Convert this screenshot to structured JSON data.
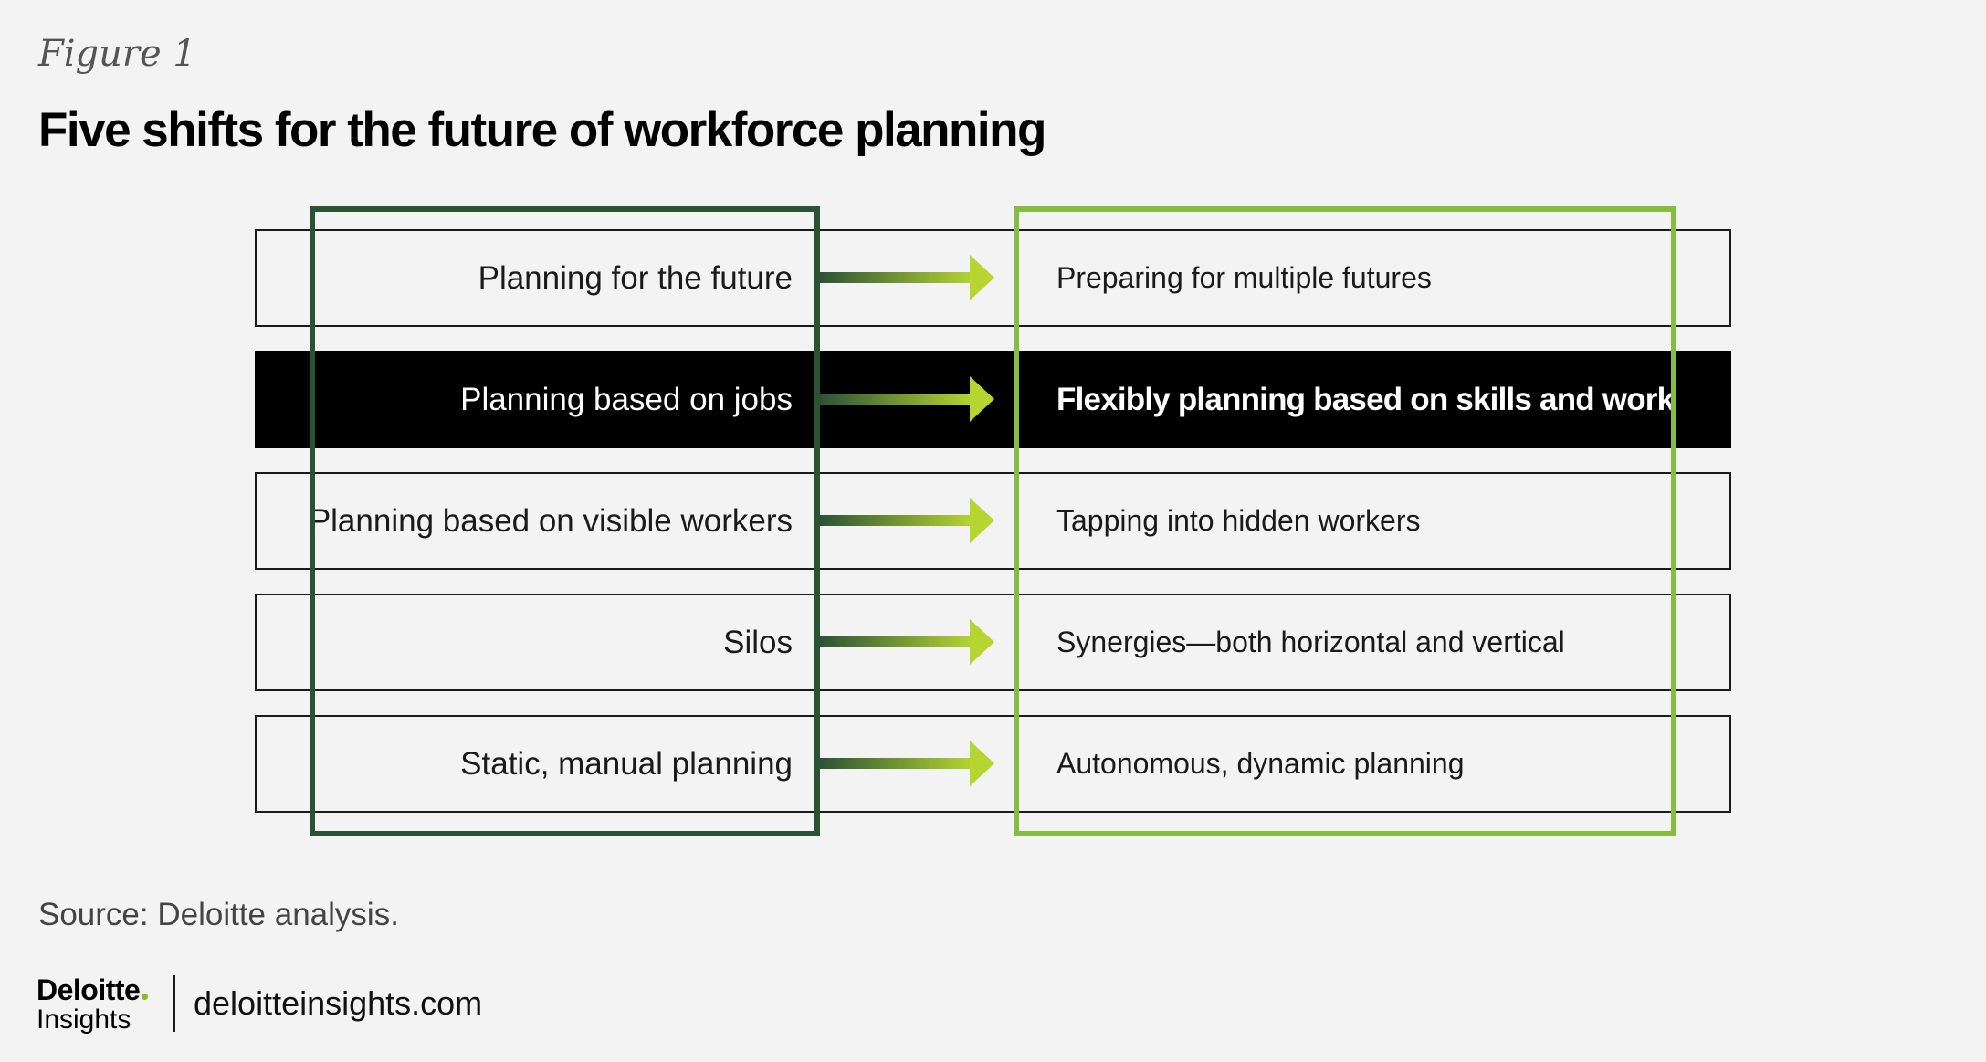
{
  "figure_label": "Figure 1",
  "title": "Five shifts for the future of workforce planning",
  "rows": [
    {
      "from": "Planning for the future",
      "to": "Preparing for multiple futures",
      "highlight": false
    },
    {
      "from": "Planning based on jobs",
      "to": "Flexibly planning based on skills and work",
      "highlight": true
    },
    {
      "from": "Planning based on visible workers",
      "to": "Tapping into hidden workers",
      "highlight": false
    },
    {
      "from": "Silos",
      "to": "Synergies—both horizontal and vertical",
      "highlight": false
    },
    {
      "from": "Static, manual planning",
      "to": "Autonomous, dynamic planning",
      "highlight": false
    }
  ],
  "colors": {
    "from_column": "#2c5236",
    "to_column": "#86bc42",
    "arrow_start": "#2c5236",
    "arrow_end": "#b6d531",
    "highlight_row": "#000000"
  },
  "source": "Source: Deloitte analysis.",
  "footer": {
    "logo_brand": "Deloitte",
    "logo_sub": "Insights",
    "site": "deloitteinsights.com"
  }
}
